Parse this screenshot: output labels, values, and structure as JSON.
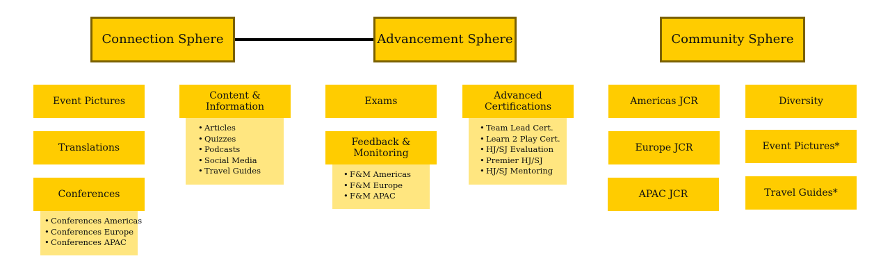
{
  "spheres": [
    {
      "label": "Connection Sphere"
    },
    {
      "label": "Advancement Sphere"
    },
    {
      "label": "Community Sphere"
    }
  ],
  "connection": {
    "event_pictures": "Event Pictures",
    "content_information": "Content &\nInformation",
    "content_items": [
      "Articles",
      "Quizzes",
      "Podcasts",
      "Social Media",
      "Travel Guides"
    ],
    "translations": "Translations",
    "conferences": "Conferences",
    "conference_items": [
      "Conferences Americas",
      "Conferences Europe",
      "Conferences APAC"
    ]
  },
  "advancement": {
    "exams": "Exams",
    "advanced_certifications": "Advanced\nCertifications",
    "certification_items": [
      "Team Lead Cert.",
      "Learn 2 Play Cert.",
      "HJ/SJ Evaluation",
      "Premier HJ/SJ",
      "HJ/SJ Mentoring"
    ],
    "feedback_monitoring": "Feedback &\nMonitoring",
    "feedback_items": [
      "F&M Americas",
      "F&M Europe",
      "F&M APAC"
    ]
  },
  "community": {
    "americas_jcr": "Americas JCR",
    "europe_jcr": "Europe JCR",
    "apac_jcr": "APAC JCR",
    "diversity": "Diversity",
    "event_pictures": "Event Pictures*",
    "travel_guides": "Travel Guides*"
  },
  "colors": {
    "box_fill": "#ffcc00",
    "sub_fill": "#ffe680",
    "sphere_border": "#7a6000",
    "connector": "#000000"
  }
}
